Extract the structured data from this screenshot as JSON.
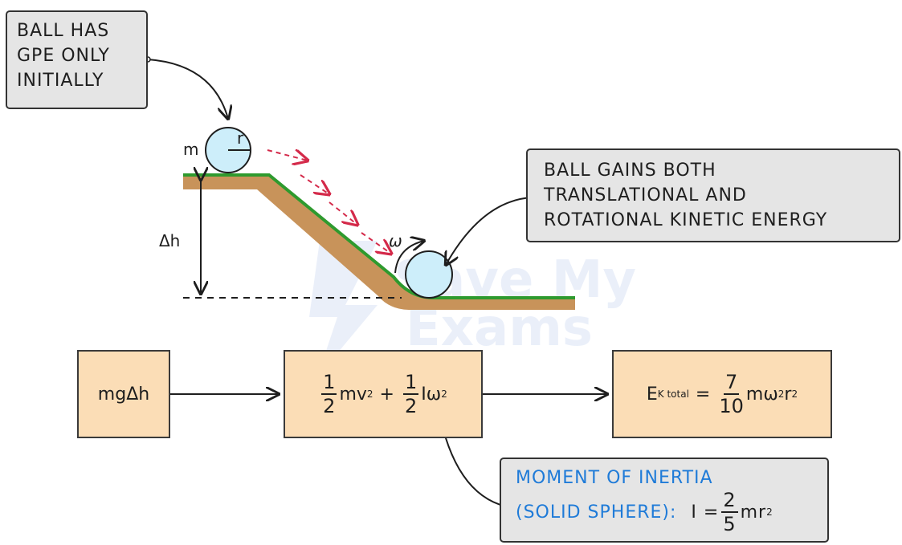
{
  "callouts": {
    "initial": [
      "BALL HAS",
      "GPE ONLY",
      "INITIALLY"
    ],
    "gains": [
      "BALL GAINS BOTH",
      "TRANSLATIONAL AND",
      "ROTATIONAL KINETIC ENERGY"
    ],
    "inertia": {
      "line1": "MOMENT OF INERTIA",
      "line2": "(SOLID SPHERE):",
      "lhs": "I =",
      "num": "2",
      "den": "5",
      "rhs": "mr",
      "exp": "2"
    }
  },
  "labels": {
    "mass": "m",
    "radius": "r",
    "height": "Δh",
    "omega": "ω"
  },
  "boxes": {
    "gpe": "mgΔh",
    "ke": {
      "half1_num": "1",
      "half1_den": "2",
      "term1": "mv",
      "exp1": "2",
      "plus": "+",
      "half2_num": "1",
      "half2_den": "2",
      "term2": "Iω",
      "exp2": "2"
    },
    "total": {
      "lhs": "E",
      "sub": "K total",
      "eq": "=",
      "num": "7",
      "den": "10",
      "rhs1": "mω",
      "exp1": "2",
      "rhs2": "r",
      "exp2": "2"
    }
  },
  "watermark": [
    "Save My",
    "Exams"
  ],
  "colors": {
    "ball": "#cdeefa",
    "ground": "#c8935a",
    "grass": "#2e9a2e",
    "box": "#fbddb6",
    "callout": "#e5e5e5",
    "path_arrows": "#d42a4a",
    "highlight_text": "#1f7bd8"
  }
}
